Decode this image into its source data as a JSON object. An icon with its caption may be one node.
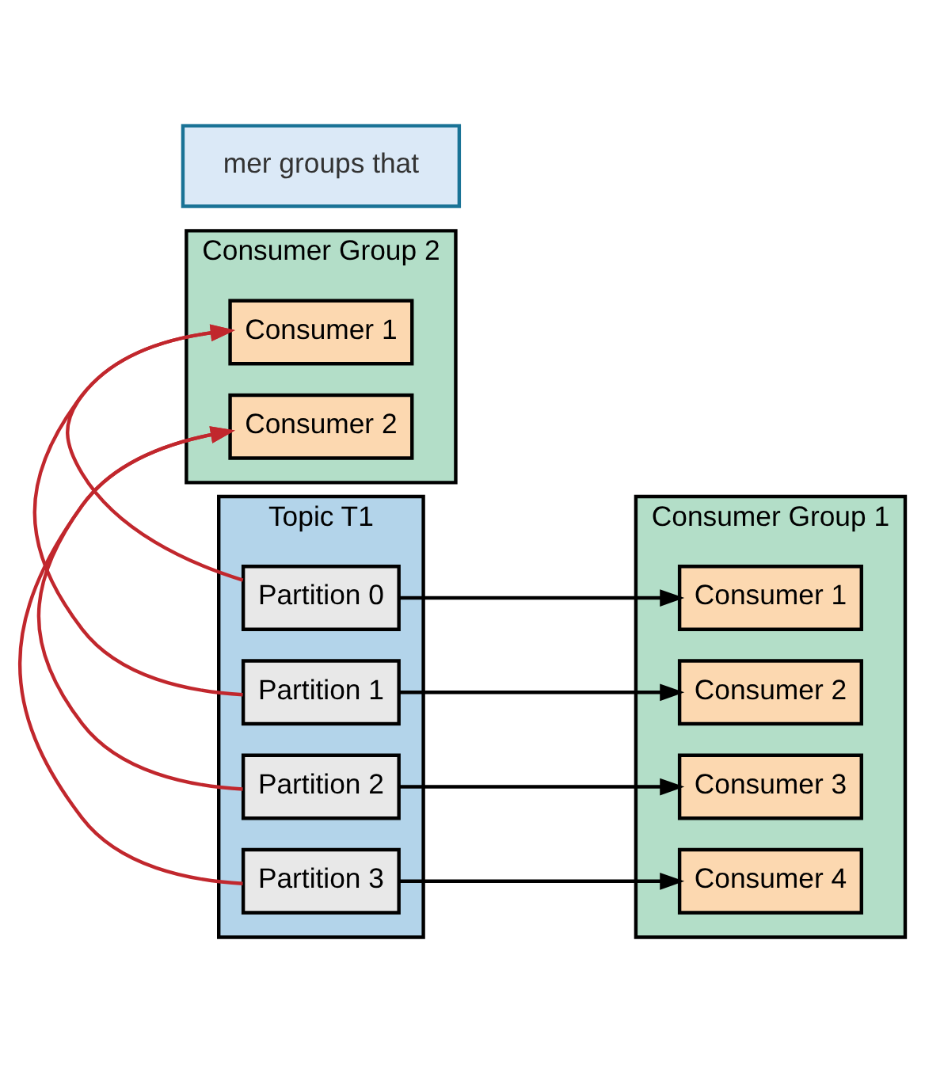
{
  "diagram": {
    "nodes": [
      {
        "text": [
          "Topic T1"
        ]
      },
      {
        "text": [
          "Partition 0"
        ],
        "in": 0
      },
      {
        "text": [
          "Partition 1"
        ],
        "in": 0
      },
      {
        "text": [
          "Partition 2"
        ],
        "in": 0
      },
      {
        "text": [
          "Partition 3"
        ],
        "in": 0
      },
      {
        "text": [
          "Consumer Group 1"
        ]
      },
      {
        "text": [
          "Consumer 1"
        ],
        "in": 5
      },
      {
        "text": [
          "Consumer 2"
        ],
        "in": 5
      },
      {
        "text": [
          "Consumer 3"
        ],
        "in": 5
      },
      {
        "text": [
          "Consumer 4"
        ],
        "in": 5
      },
      {
        "text": [
          "Consumer Group 2"
        ]
      },
      {
        "text": [
          "Consumer 1"
        ],
        "in": 10
      },
      {
        "text": [
          "Consumer 2"
        ],
        "in": 10
      },
      {
        "text": [
          "mer groups that"
        ]
      }
    ],
    "edges": [
      {
        "from": 1,
        "to": 6,
        "arrow": "to"
      },
      {
        "from": 2,
        "to": 7,
        "arrow": "to"
      },
      {
        "from": 3,
        "to": 8,
        "arrow": "to"
      },
      {
        "from": 4,
        "to": 9,
        "arrow": "to"
      },
      {
        "from": 1,
        "to": 11,
        "arrow": "to",
        "color": "#c1272d"
      },
      {
        "from": 2,
        "to": 11,
        "arrow": "to",
        "color": "#c1272d"
      },
      {
        "from": 3,
        "to": 12,
        "arrow": "to",
        "color": "#c1272d"
      },
      {
        "from": 4,
        "to": 12,
        "arrow": "to",
        "color": "#c1272d"
      }
    ]
  }
}
